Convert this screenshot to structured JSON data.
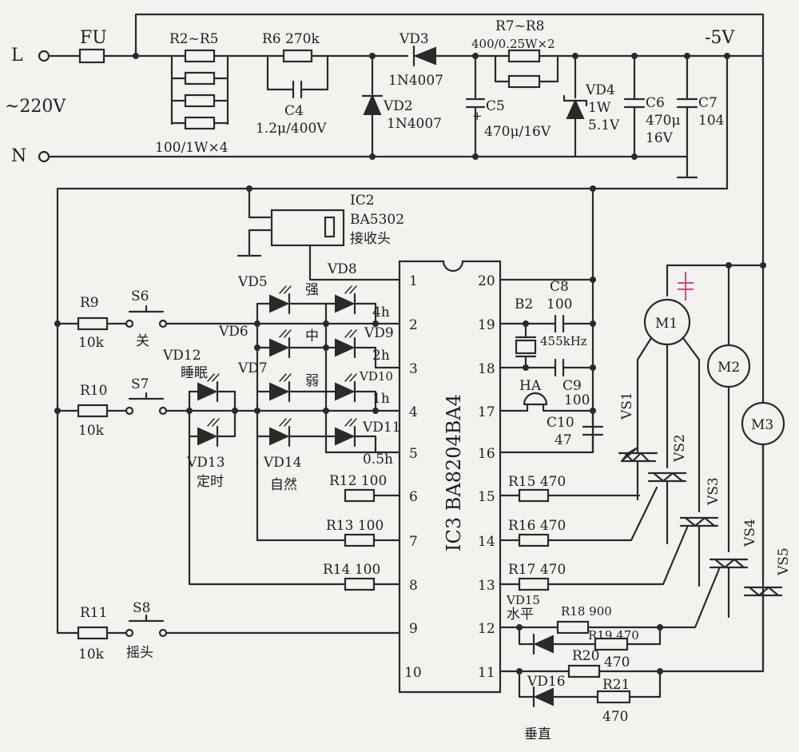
{
  "mains": {
    "L": "L",
    "N": "N",
    "voltage": "~220V",
    "fuse": "FU",
    "out": "-5V"
  },
  "r2r5": {
    "name": "R2~R5",
    "value": "100/1W×4"
  },
  "r6": "R6  270k",
  "c4": {
    "name": "C4",
    "value": "1.2μ/400V"
  },
  "vd3": {
    "name": "VD3",
    "part": "1N4007"
  },
  "vd2": {
    "name": "VD2",
    "part": "1N4007"
  },
  "r7r8": {
    "name": "R7~R8",
    "value": "400/0.25W×2"
  },
  "c5": {
    "name": "C5",
    "value": "470μ/16V",
    "plus": "+"
  },
  "vd4": {
    "name": "VD4",
    "value1": "1W",
    "value2": "5.1V"
  },
  "c6": {
    "name": "C6",
    "value1": "470μ",
    "value2": "16V"
  },
  "c7": {
    "name": "C7",
    "value": "104"
  },
  "ic2": {
    "name": "IC2",
    "part": "BA5302",
    "desc": "接收头"
  },
  "vd8": "VD8",
  "ic3": "IC3  BA8204BA4",
  "pins_left": [
    "1",
    "2",
    "3",
    "4",
    "5",
    "6",
    "7",
    "8",
    "9",
    "10"
  ],
  "pins_right": [
    "20",
    "19",
    "18",
    "17",
    "16",
    "15",
    "14",
    "13",
    "12",
    "11"
  ],
  "leds": {
    "vd5": "VD5",
    "vd6": "VD6",
    "vd7": "VD7",
    "vd9": "VD9",
    "vd10": "VD10",
    "vd11": "VD11",
    "vd12": "VD12",
    "vd12_desc": "睡眠",
    "vd13": "VD13",
    "vd13_desc": "定时",
    "vd14": "VD14",
    "vd14_desc": "自然",
    "vd15": "VD15",
    "vd15_desc": "水平",
    "vd16": "VD16",
    "vd16_desc": "垂直"
  },
  "levels": {
    "strong": "强",
    "mid": "中",
    "weak": "弱"
  },
  "times": {
    "t4": "4h",
    "t2": "2h",
    "t1": "1h",
    "t05": "0.5h"
  },
  "switches": [
    {
      "r": "R9",
      "rv": "10k",
      "s": "S6",
      "desc": "关"
    },
    {
      "r": "R10",
      "rv": "10k",
      "s": "S7",
      "desc": ""
    },
    {
      "r": "R11",
      "rv": "10k",
      "s": "S8",
      "desc": "摇头"
    }
  ],
  "r12": "R12 100",
  "r13": "R13 100",
  "r14": "R14 100",
  "r15": "R15  470",
  "r16": "R16  470",
  "r17": "R17  470",
  "r18": "R18 900",
  "r19": "R19 470",
  "r20": "R20",
  "r20v": "470",
  "r21": "R21",
  "r21v": "470",
  "c8": {
    "name": "C8",
    "value": "100"
  },
  "b2": {
    "name": "B2",
    "value": "455kHz"
  },
  "c9": {
    "name": "C9",
    "value": "100"
  },
  "ha": "HA",
  "c10": {
    "name": "C10",
    "value": "47"
  },
  "motors": [
    "M1",
    "M2",
    "M3"
  ],
  "triacs": [
    "VS1",
    "VS2",
    "VS3",
    "VS4",
    "VS5"
  ]
}
